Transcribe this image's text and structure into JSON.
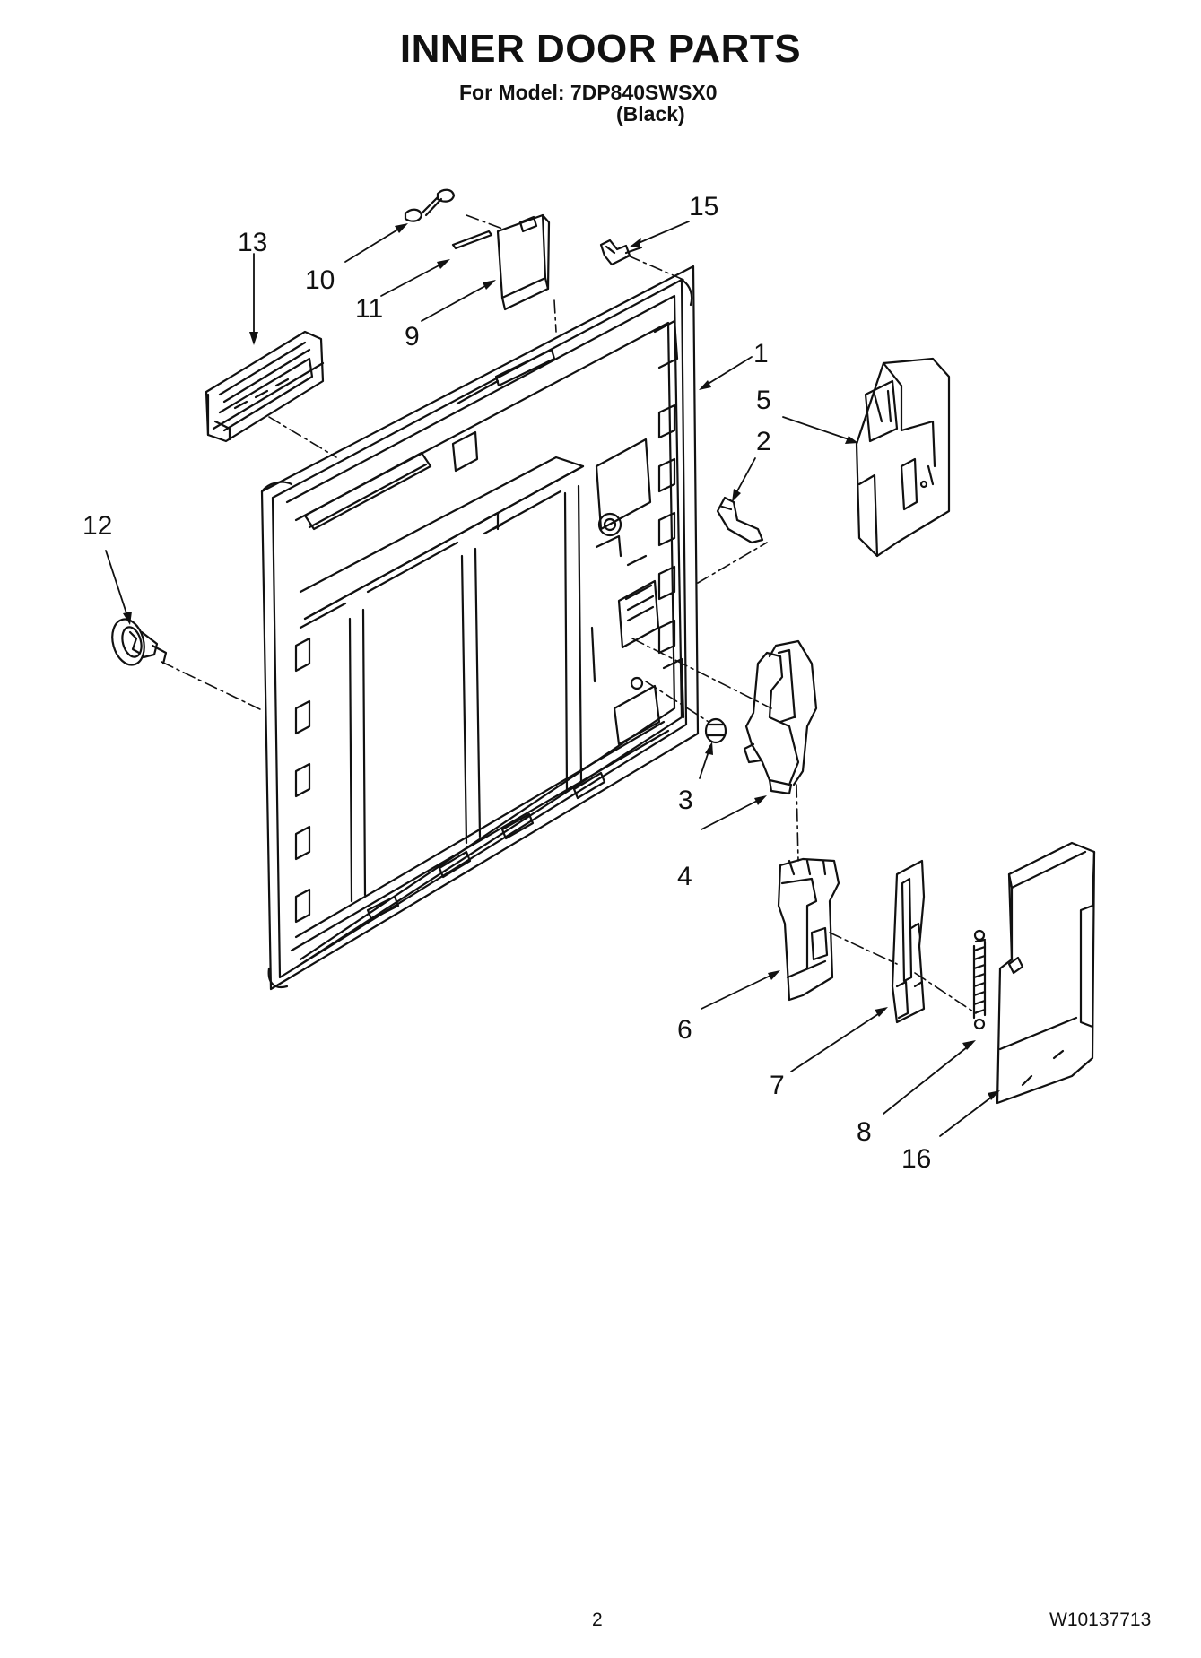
{
  "header": {
    "title": "INNER DOOR PARTS",
    "model_line": "For Model: 7DP840SWSX0",
    "color_line": "(Black)"
  },
  "footer": {
    "page_number": "2",
    "document_number": "W10137713"
  },
  "callouts": [
    "1",
    "2",
    "3",
    "4",
    "5",
    "6",
    "7",
    "8",
    "9",
    "10",
    "11",
    "12",
    "13",
    "15",
    "16"
  ]
}
